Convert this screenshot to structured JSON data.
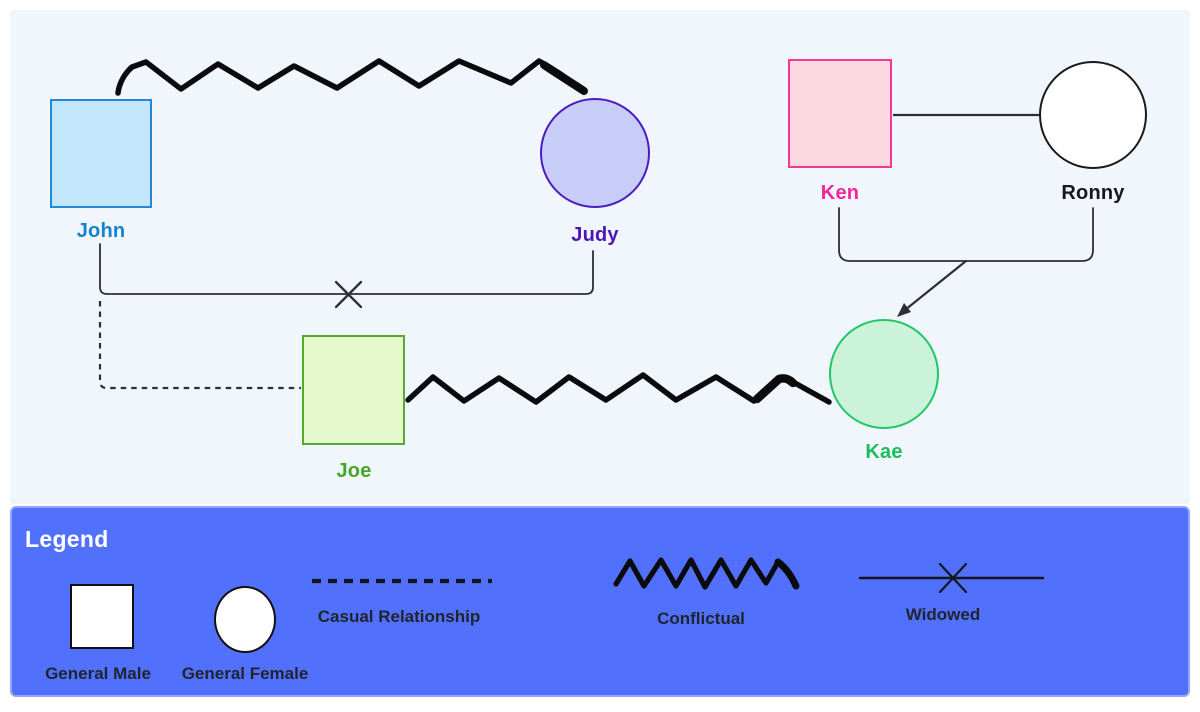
{
  "diagram": {
    "nodes": [
      {
        "id": "john",
        "label": "John",
        "shape": "square",
        "gender": "male",
        "fill": "#c4e6fb",
        "stroke": "#2189d5",
        "label_color": "#1583cb"
      },
      {
        "id": "judy",
        "label": "Judy",
        "shape": "circle",
        "gender": "female",
        "fill": "#c7cdf7",
        "stroke": "#4d1bc4",
        "label_color": "#4d15b9"
      },
      {
        "id": "ken",
        "label": "Ken",
        "shape": "square",
        "gender": "male",
        "fill": "#fcd8e1",
        "stroke": "#f23a8f",
        "label_color": "#f5289b"
      },
      {
        "id": "ronny",
        "label": "Ronny",
        "shape": "circle",
        "gender": "female",
        "fill": "#ffffff",
        "stroke": "#1a1a1a",
        "label_color": "#17171c"
      },
      {
        "id": "joe",
        "label": "Joe",
        "shape": "square",
        "gender": "male",
        "fill": "#e6f8cd",
        "stroke": "#55aa2b",
        "label_color": "#46a62a"
      },
      {
        "id": "kae",
        "label": "Kae",
        "shape": "circle",
        "gender": "female",
        "fill": "#caf3da",
        "stroke": "#21c666",
        "label_color": "#1dbd5f"
      }
    ],
    "relationships": [
      {
        "from": "John",
        "to": "Judy",
        "type": "Conflictual",
        "style": "zigzag-line"
      },
      {
        "from": "John",
        "to": "Judy",
        "type": "Widowed",
        "style": "solid-line-with-x"
      },
      {
        "from": "John",
        "to": "Joe",
        "type": "Casual Relationship",
        "style": "dashed-line"
      },
      {
        "from": "Ken",
        "to": "Ronny",
        "type": "Union",
        "style": "solid-line"
      },
      {
        "from": "Ken and Ronny",
        "to": "Kae",
        "type": "Parent-child",
        "style": "arrow"
      },
      {
        "from": "Joe",
        "to": "Kae",
        "type": "Conflictual",
        "style": "zigzag-line"
      }
    ]
  },
  "legend": {
    "title": "Legend",
    "items": [
      {
        "label": "General Male",
        "symbol": "square"
      },
      {
        "label": "General Female",
        "symbol": "circle"
      },
      {
        "label": "Casual Relationship",
        "symbol": "dashed-line"
      },
      {
        "label": "Conflictual",
        "symbol": "zigzag-line"
      },
      {
        "label": "Widowed",
        "symbol": "line-with-x"
      }
    ],
    "background": "#5171fc",
    "title_color": "#ffffff",
    "label_color": "#20242e"
  },
  "colors": {
    "canvas_background": "#ffffff",
    "diagram_panel_background": "#f1f6fd",
    "connector_color": "#2e2e33"
  }
}
